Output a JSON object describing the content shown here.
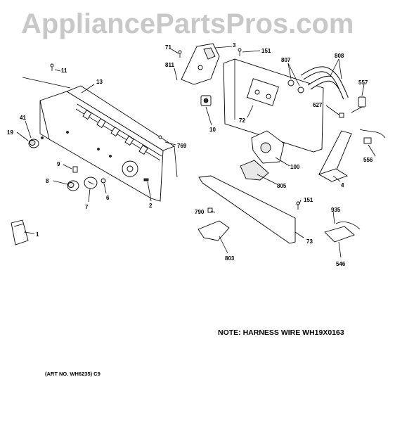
{
  "watermark": "AppliancePartsPros.com",
  "note": "NOTE: HARNESS WIRE WH19X0163",
  "art_number": "(ART NO. WH6235) C9",
  "callouts": {
    "c1": "1",
    "c2": "2",
    "c3": "3",
    "c4": "4",
    "c6": "6",
    "c7": "7",
    "c8": "8",
    "c9": "9",
    "c10": "10",
    "c11": "11",
    "c13": "13",
    "c19": "19",
    "c41": "41",
    "c71": "71",
    "c72": "72",
    "c73": "73",
    "c100": "100",
    "c151a": "151",
    "c151b": "151",
    "c546": "546",
    "c556": "556",
    "c557": "557",
    "c627": "627",
    "c769": "769",
    "c790": "790",
    "c803": "803",
    "c805": "805",
    "c807": "807",
    "c808": "808",
    "c811": "811",
    "c935": "935"
  }
}
